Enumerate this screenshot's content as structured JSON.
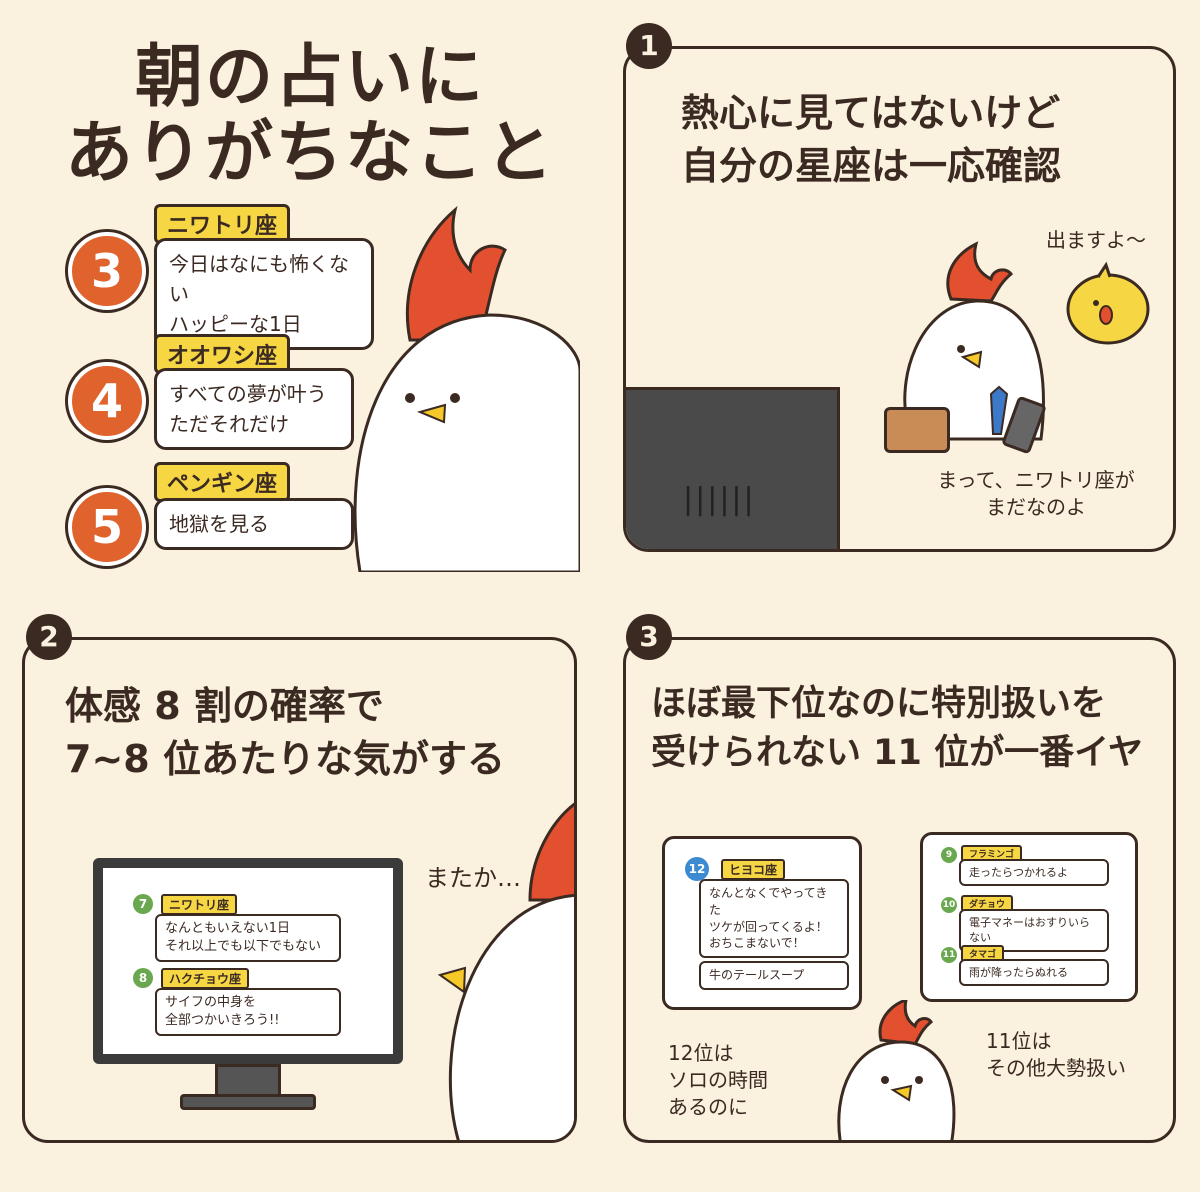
{
  "title": {
    "line1": "朝の占いに",
    "line2": "ありがちなこと"
  },
  "rankings": [
    {
      "rank": "3",
      "sign": "ニワトリ座",
      "text": "今日はなにも怖くない\nハッピーな1日"
    },
    {
      "rank": "4",
      "sign": "オオワシ座",
      "text": "すべての夢が叶う\nただそれだけ"
    },
    {
      "rank": "5",
      "sign": "ペンギン座",
      "text": "地獄を見る"
    }
  ],
  "panel1": {
    "number": "1",
    "text_line1": "熱心に見てはないけど",
    "text_line2": "自分の星座は一応確認",
    "chick_speech": "出ますよ〜",
    "rooster_speech": "まって、ニワトリ座が\nまだなのよ"
  },
  "panel2": {
    "number": "2",
    "text_line1": "体感 8 割の確率で",
    "text_line2": "7~8 位あたりな気がする",
    "speech": "またか…",
    "screen": [
      {
        "rank": "7",
        "sign": "ニワトリ座",
        "text": "なんともいえない1日\nそれ以上でも以下でもない"
      },
      {
        "rank": "8",
        "sign": "ハクチョウ座",
        "text": "サイフの中身を\n全部つかいきろう!!"
      }
    ]
  },
  "panel3": {
    "number": "3",
    "text_line1": "ほぼ最下位なのに特別扱いを",
    "text_line2": "受けられない 11 位が一番イヤ",
    "card12": {
      "rank": "12",
      "sign": "ヒヨコ座",
      "text": "なんとなくでやってきた\nツケが回ってくるよ！\nおちこまないで！",
      "lucky": "牛のテールスープ"
    },
    "card_small": [
      {
        "rank": "9",
        "sign": "フラミンゴ",
        "text": "走ったらつかれるよ"
      },
      {
        "rank": "10",
        "sign": "ダチョウ",
        "text": "電子マネーはおすりいらない"
      },
      {
        "rank": "11",
        "sign": "タマゴ",
        "text": "雨が降ったらぬれる"
      }
    ],
    "note_left": "12位は\nソロの時間\nあるのに",
    "note_right": "11位は\nその他大勢扱い"
  },
  "colors": {
    "background": "#fbf1df",
    "ink": "#3b2a22",
    "rank_orange": "#e0622c",
    "tag_yellow": "#f6d743",
    "comb_red": "#e3502f",
    "beak_yellow": "#f6c928"
  }
}
